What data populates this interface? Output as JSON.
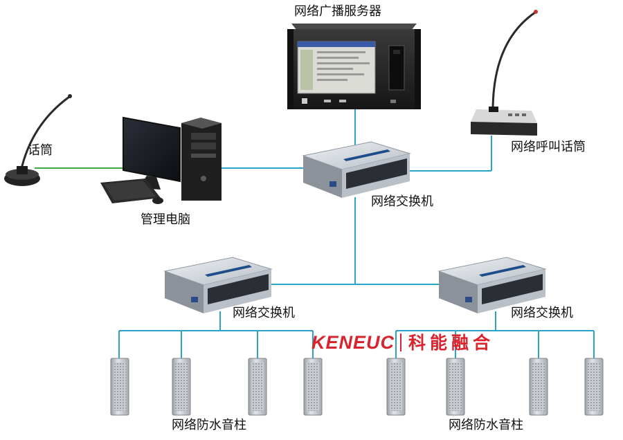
{
  "labels": {
    "server": "网络广播服务器",
    "mic_left": "话筒",
    "pc": "管理电脑",
    "call_mic": "网络呼叫话筒",
    "switch_top": "网络交换机",
    "switch_left": "网络交换机",
    "switch_right": "网络交换机",
    "speakers_left": "网络防水音柱",
    "speakers_right": "网络防水音柱"
  },
  "logo": {
    "latin": "KENEUC",
    "chinese": "科能融合"
  },
  "colors": {
    "network_line": "#2aa3c9",
    "analog_line": "#3aa843",
    "logo_red": "#d9232d"
  },
  "icons": [
    "server-rack-icon",
    "desktop-microphone-icon",
    "desktop-computer-icon",
    "call-station-icon",
    "network-switch-icon",
    "column-speaker-icon"
  ]
}
